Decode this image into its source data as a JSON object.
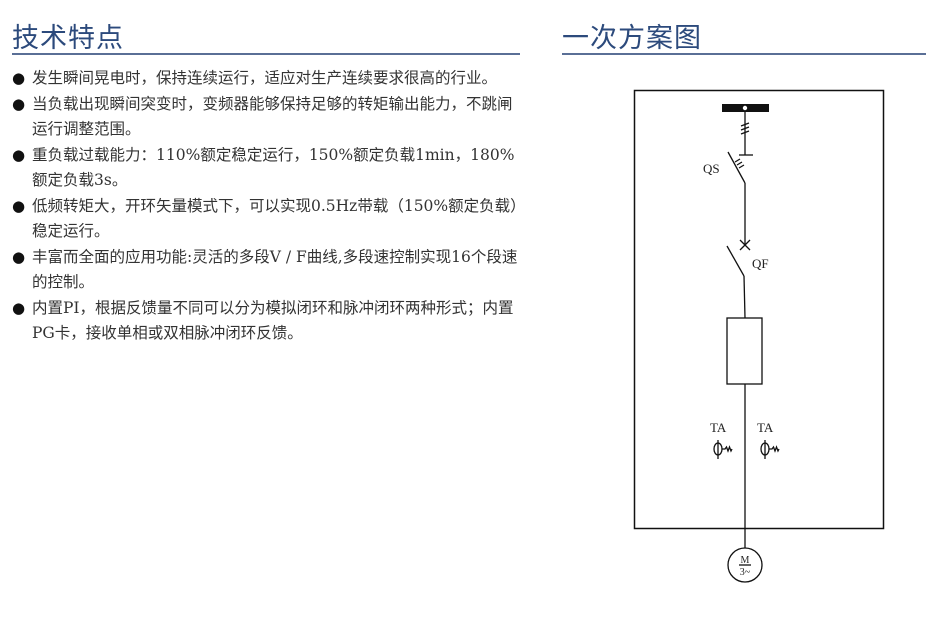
{
  "left_section": {
    "title": "技术特点",
    "bullet_icon": "black-circle",
    "features": [
      "发生瞬间晃电时，保持连续运行，适应对生产连续要求很高的行业。",
      "当负载出现瞬间突变时，变频器能够保持足够的转矩输出能力，不跳闸运行调整范围。",
      "重负载过载能力：110%额定稳定运行，150%额定负载1min，180%额定负载3s。",
      "低频转矩大，开环矢量模式下，可以实现0.5Hz带载（150%额定负载）稳定运行。",
      "丰富而全面的应用功能:灵活的多段V / F曲线,多段速控制实现16个段速的控制。",
      "内置PI，根据反馈量不同可以分为模拟闭环和脉冲闭环两种形式；内置PG卡，接收单相或双相脉冲闭环反馈。"
    ]
  },
  "right_section": {
    "title": "一次方案图",
    "diagram": {
      "disconnector_label": "QS",
      "breaker_label": "QF",
      "ct_labels": [
        "TA",
        "TA"
      ],
      "motor_label_top": "M",
      "motor_label_bottom": "3~"
    }
  },
  "colors": {
    "heading": "#2c4a7c",
    "rule": "#5a6f96",
    "text": "#333333"
  }
}
